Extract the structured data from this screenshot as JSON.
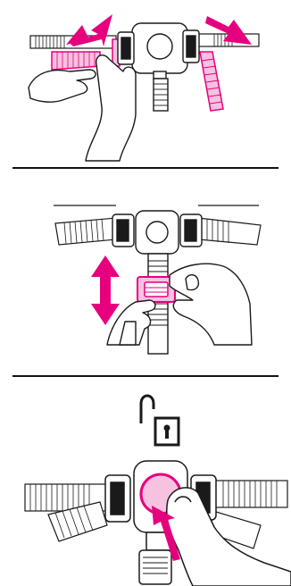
{
  "colors": {
    "ink": "#1a1a1a",
    "accent": "#e6007e",
    "accent_light": "#f7c2e0",
    "background": "#ffffff"
  },
  "steps": [
    {
      "id": "step-1",
      "icons": [
        "harness-buckle-icon",
        "hand-icon",
        "arrow-left-icon",
        "arrow-right-icon",
        "strap-webbing-icon"
      ]
    },
    {
      "id": "step-2",
      "icons": [
        "harness-buckle-icon",
        "hand-icon",
        "double-arrow-vertical-icon",
        "chest-clip-icon"
      ]
    },
    {
      "id": "step-3",
      "icons": [
        "open-padlock-icon",
        "harness-buckle-icon",
        "release-button-icon",
        "thumb-icon",
        "arrow-up-icon"
      ]
    }
  ]
}
